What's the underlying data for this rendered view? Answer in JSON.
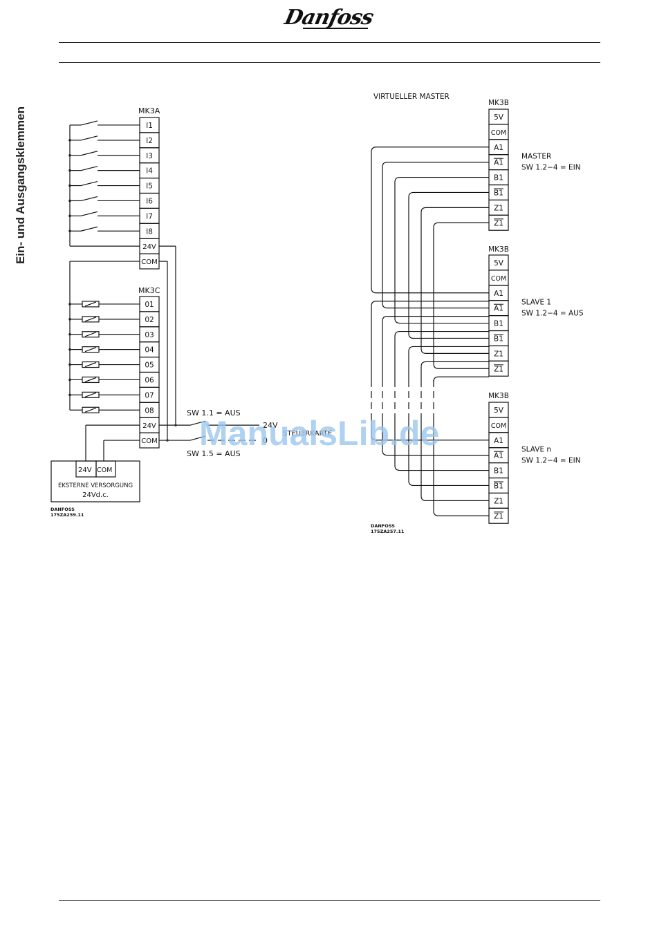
{
  "header": {
    "logo_text": "Danfoss"
  },
  "side_title": "Ein- und Ausgangsklemmen",
  "left_diagram": {
    "mk3a": {
      "label": "MK3A",
      "terminals": [
        "I1",
        "I2",
        "I3",
        "I4",
        "I5",
        "I6",
        "I7",
        "I8",
        "24V",
        "COM"
      ]
    },
    "mk3c": {
      "label": "MK3C",
      "terminals": [
        "01",
        "02",
        "03",
        "04",
        "05",
        "06",
        "07",
        "08",
        "24V",
        "COM"
      ]
    },
    "switch_top_label": "SW 1.1 = AUS",
    "switch_bottom_label": "SW 1.5 = AUS",
    "line_24v_label": "24V",
    "line_0_label": "0",
    "control_card_label": "STEUERKARTE",
    "external_supply": {
      "terminal_24v": "24V",
      "terminal_com": "COM",
      "line1": "EKSTERNE VERSORGUNG",
      "line2": "24Vd.c."
    },
    "ref_line1": "DANFOSS",
    "ref_line2": "175ZA259.11"
  },
  "right_diagram": {
    "title": "VIRTUELLER MASTER",
    "blocks": [
      {
        "label": "MK3B",
        "terminals": [
          "5V",
          "COM",
          "A1",
          "A1",
          "B1",
          "B1",
          "Z1",
          "Z1"
        ],
        "overlined": [
          false,
          false,
          false,
          true,
          false,
          true,
          false,
          true
        ],
        "role": "MASTER",
        "switch": "SW 1.2−4 = EIN"
      },
      {
        "label": "MK3B",
        "terminals": [
          "5V",
          "COM",
          "A1",
          "A1",
          "B1",
          "B1",
          "Z1",
          "Z1"
        ],
        "overlined": [
          false,
          false,
          false,
          true,
          false,
          true,
          false,
          true
        ],
        "role": "SLAVE 1",
        "switch": "SW 1.2−4 = AUS"
      },
      {
        "label": "MK3B",
        "terminals": [
          "5V",
          "COM",
          "A1",
          "A1",
          "B1",
          "B1",
          "Z1",
          "Z1"
        ],
        "overlined": [
          false,
          false,
          false,
          true,
          false,
          true,
          false,
          true
        ],
        "role": "SLAVE n",
        "switch": "SW 1.2−4 = EIN"
      }
    ],
    "ref_line1": "DANFOSS",
    "ref_line2": "175ZA257.11"
  },
  "watermark": "ManualsLib.de"
}
